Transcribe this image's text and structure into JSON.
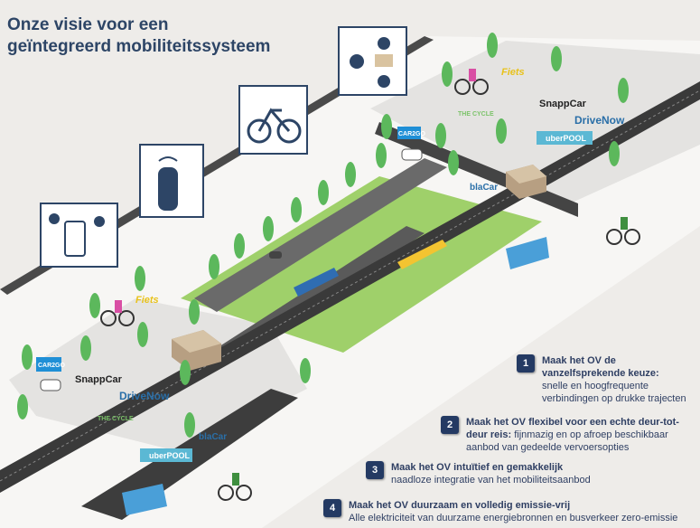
{
  "title": [
    "Onze visie voor een",
    "geïntegreerd mobiliteitssysteem"
  ],
  "logos": {
    "fiets": "Fiets",
    "snappcar": "SnappCar",
    "drivenow": "DriveNow",
    "uberpool": "uberPOOL",
    "blablacar": "blaCar",
    "car2go": "CAR2GO",
    "thecycle": "THE CYCLE"
  },
  "points": [
    {
      "num": "1",
      "bold": "Maak het OV de vanzelfsprekende keuze:",
      "text": "snelle en hoogfrequente verbindingen op drukke trajecten"
    },
    {
      "num": "2",
      "bold": "Maak het OV flexibel voor een echte deur-tot-deur reis:",
      "text": "fijnmazig en op afroep beschikbaar aanbod van gedeelde vervoersopties"
    },
    {
      "num": "3",
      "bold": "Maak het OV intuïtief en gemakkelijk",
      "text": "naadloze integratie van het mobiliteitsaanbod"
    },
    {
      "num": "4",
      "bold": "Maak het OV duurzaam en volledig emissie-vrij",
      "text": "Alle elektriciteit van duurzame energiebronnen en busverkeer zero-emissie"
    }
  ],
  "colors": {
    "title": "#2d4566",
    "badge": "#243a63",
    "park": "#9fd06a",
    "tree": "#5cb85c"
  }
}
